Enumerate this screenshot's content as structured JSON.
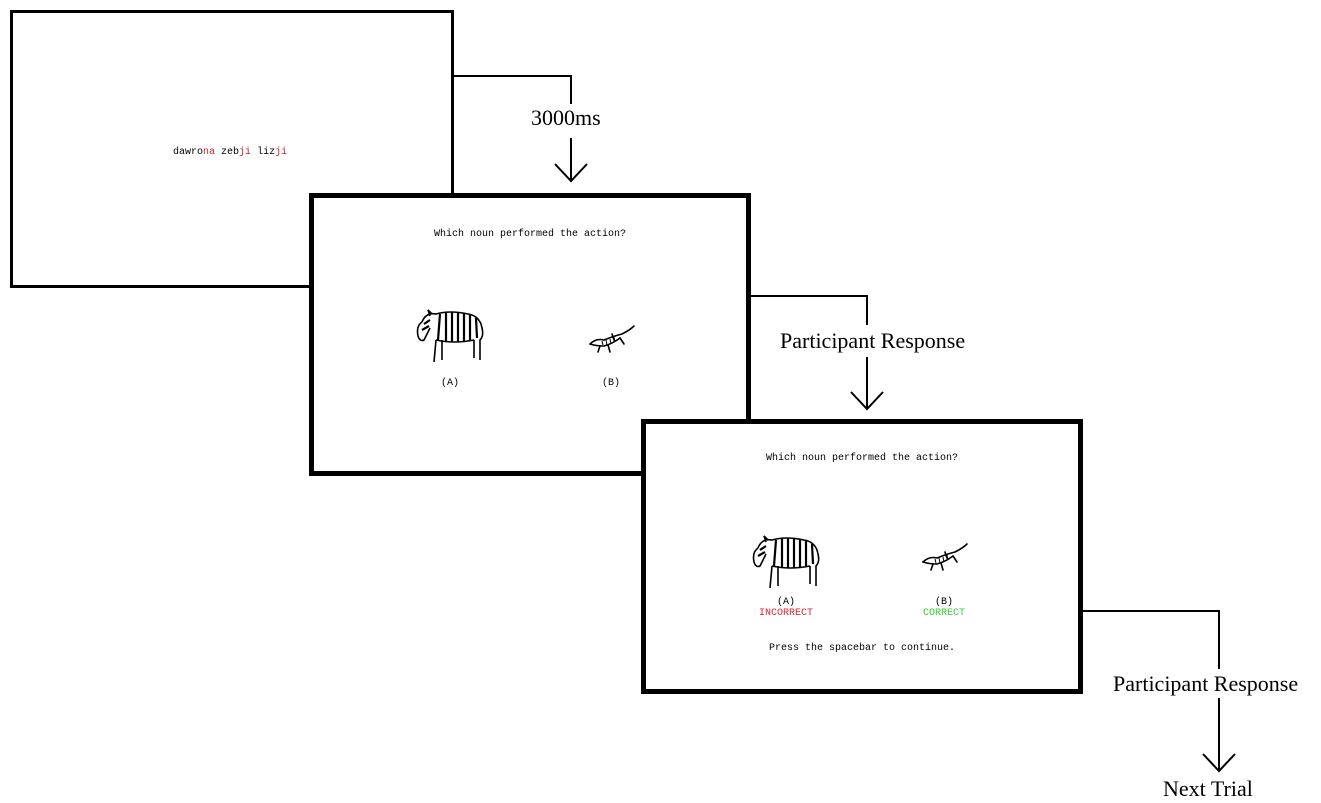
{
  "screen1": {
    "stimulus": [
      {
        "text": "dawro",
        "color": "#000000"
      },
      {
        "text": "na",
        "color": "#c0272d"
      },
      {
        "text": " zeb",
        "color": "#000000"
      },
      {
        "text": "ji",
        "color": "#c0272d"
      },
      {
        "text": " liz",
        "color": "#000000"
      },
      {
        "text": "ji",
        "color": "#c0272d"
      }
    ]
  },
  "screen2": {
    "prompt": "Which noun performed the action?",
    "option_a": {
      "label": "(A)",
      "icon": "zebra-icon"
    },
    "option_b": {
      "label": "(B)",
      "icon": "lizard-icon"
    }
  },
  "screen3": {
    "prompt": "Which noun performed the action?",
    "option_a": {
      "label": "(A)",
      "feedback": "INCORRECT",
      "feedback_color": "#e0202a",
      "icon": "zebra-icon"
    },
    "option_b": {
      "label": "(B)",
      "feedback": "CORRECT",
      "feedback_color": "#2fd02f",
      "icon": "lizard-icon"
    },
    "instruction": "Press the spacebar to continue."
  },
  "flow": {
    "step1": "3000ms",
    "step2": "Participant Response",
    "step3": "Participant Response",
    "end": "Next Trial"
  }
}
